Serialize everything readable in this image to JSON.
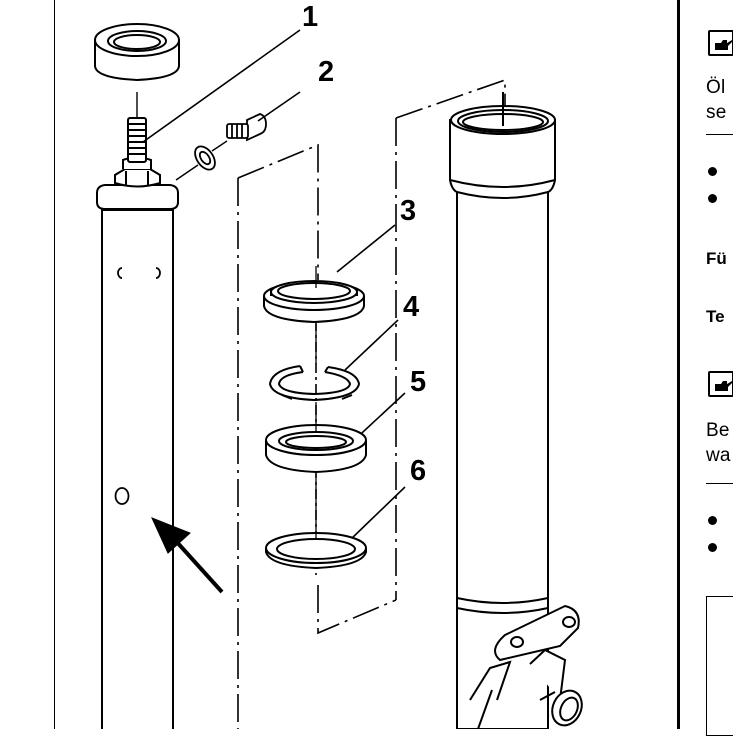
{
  "illustration": {
    "callouts": [
      "1",
      "2",
      "3",
      "4",
      "5",
      "6"
    ]
  },
  "right_column": {
    "section1": {
      "line1": "Öl",
      "line2": "se"
    },
    "label_fill": "Fü",
    "label_temp": "Te",
    "section2": {
      "line1": "Be",
      "line2": "wa"
    }
  }
}
